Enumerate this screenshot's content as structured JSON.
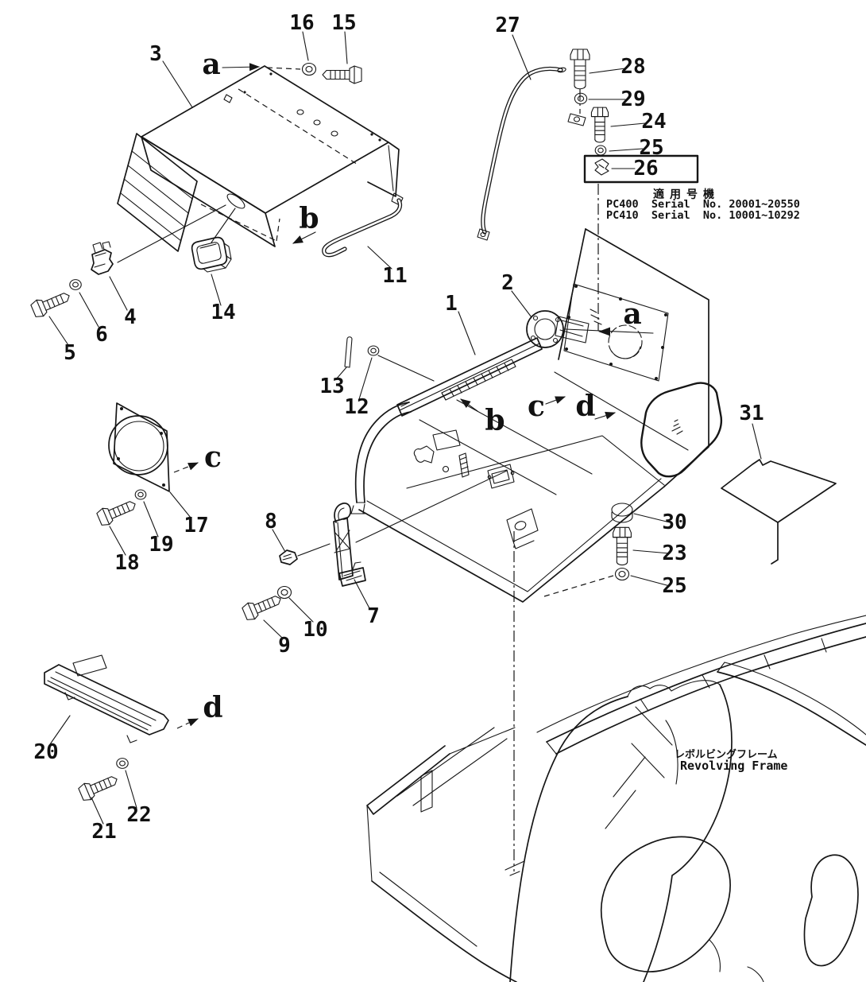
{
  "figure": {
    "background": "#ffffff",
    "ink": "#161616"
  },
  "applicability": {
    "title": "適用号機",
    "rows": [
      "PC400  Serial  No. 20001~20550",
      "PC410  Serial  No. 10001~10292"
    ]
  },
  "frame_caption": {
    "jp": "レボルビングフレーム",
    "en": "Revolving Frame"
  },
  "callouts": {
    "p1": "1",
    "p2": "2",
    "p3": "3",
    "p4": "4",
    "p5": "5",
    "p6": "6",
    "p7": "7",
    "p8": "8",
    "p9": "9",
    "p10": "10",
    "p11": "11",
    "p12": "12",
    "p13": "13",
    "p14": "14",
    "p15": "15",
    "p16": "16",
    "p17": "17",
    "p18": "18",
    "p19": "19",
    "p20": "20",
    "p21": "21",
    "p22": "22",
    "p23": "23",
    "p24": "24",
    "p25_top": "25",
    "p25_right": "25",
    "p26": "26",
    "p27": "27",
    "p28": "28",
    "p29": "29",
    "p30": "30",
    "p31": "31"
  },
  "view_labels": {
    "a_cover": "a",
    "b_cover": "b",
    "a_panel": "a",
    "b_floor": "b",
    "c_floor": "c",
    "d_floor": "d",
    "c_plate": "c",
    "d_bracket": "d"
  }
}
